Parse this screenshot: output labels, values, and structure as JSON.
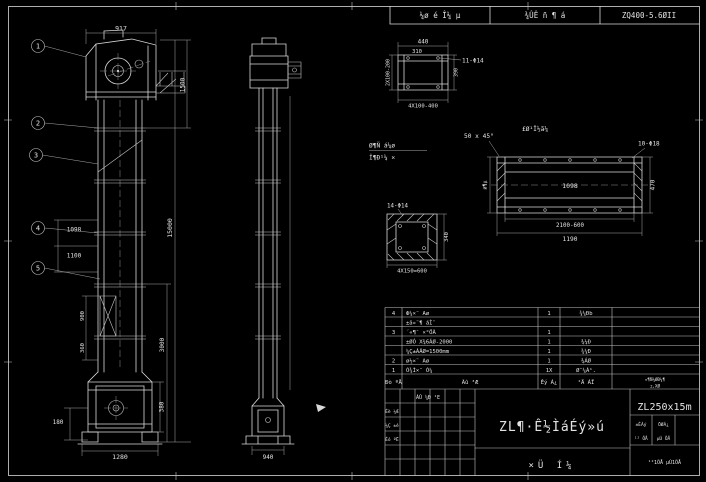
{
  "top_strip": {
    "cell1": "¼ø é Î¼ µ",
    "cell2": "¾ÛÊ ñ ¶ á",
    "cell3": "ZQ400-5.6ØII"
  },
  "front_view": {
    "balloon1": "1",
    "balloon2": "2",
    "balloon3": "3",
    "balloon4": "4",
    "balloon5": "5",
    "dim_top": "917",
    "dim_head": "1500",
    "dim_overall": "15000",
    "dim_lower": "3000",
    "dim_sec1": "1098",
    "dim_sec2": "1100",
    "dim_door1": "900",
    "dim_door2": "360",
    "dim_boot_h": "380",
    "dim_boot_left": "180",
    "dim_bottom": "1280"
  },
  "side_view": {
    "dim_bottom": "940"
  },
  "beam_detail": {
    "dim_top": "440",
    "dim_inner": "310",
    "holes": "11-Φ14",
    "dim_left": "2X100-200",
    "dim_right": "390",
    "dim_bottom": "4X100-400"
  },
  "notes": {
    "line1": "Ø¶Ñ á¼ø",
    "line2": "Î¶Ð¹¼ ×",
    "chamfer": "50 x 45°",
    "note3": "£Ø¹Ï½ã¼"
  },
  "casing_detail": {
    "holes": "10-Φ18",
    "dim_inner": "1098",
    "dim_spacing": "2100-600",
    "dim_length": "1190",
    "dim_height": "470",
    "dim_left": "ø¶µ"
  },
  "flange_detail": {
    "holes": "14-Φ14",
    "dim_bottom": "4X150=600",
    "dim_right": "340"
  },
  "bom": {
    "headers": {
      "no": "Ðò ºÅ",
      "name": "Ãû ³Æ",
      "qty": "Êý Á¿",
      "material": "²Ä ÁÏ"
    },
    "note_line1": "¤¶Ñ¼ØÐ¼¶",
    "note_line2": "±,XØ",
    "rows": [
      {
        "no": "4",
        "name": "Ф¼×¨ Aø",
        "qty": "1",
        "material": "¾¼Ðb"
      },
      {
        "no": "",
        "name": "±ä»¨¶ áÌ¨",
        "qty": "",
        "material": ""
      },
      {
        "no": "3",
        "name": "´«¶¯ ×°ÖÃ",
        "qty": "1",
        "material": ""
      },
      {
        "no": "",
        "name": "±ØÓ X¾6ÁØ-2000",
        "qty": "1",
        "material": "¾¼Ð"
      },
      {
        "no": "",
        "name": "¼Ç±Á̾ÁØ=1500mm",
        "qty": "1",
        "material": "¾¼Ð"
      },
      {
        "no": "2",
        "name": "ø½×¨ Aø",
        "qty": "1",
        "material": "¾ÁØ"
      },
      {
        "no": "1",
        "name": "Ó¾Ì×¨ Ó¼",
        "qty": "1X",
        "material": "Ø¨¼Á¹."
      }
    ]
  },
  "title_block": {
    "sig_row": "ÁÛ ¼Ð ¹E",
    "left_rows": [
      "Éè ¼Æ",
      "¼Ç ±é",
      "Éó ºË"
    ],
    "title": "ZL¶·Ê½ÌáÉý»ú",
    "subtitle": "×Ü   Í¼",
    "model": "ZL250x15m",
    "cells": [
      "±ÈÀý",
      "ÖØÁ¿",
      "¹² ÕÅ",
      "µÚ ÕÅ"
    ],
    "sheet": "¹²1ÕÅ µÚ1ÕÅ"
  }
}
